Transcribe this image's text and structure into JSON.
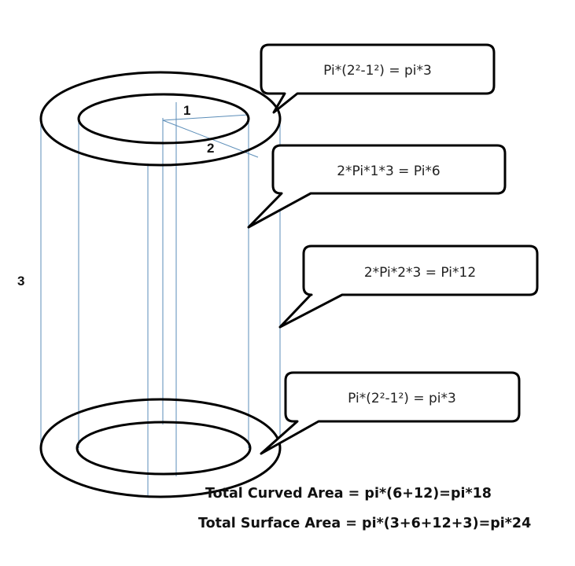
{
  "labels": {
    "inner_radius": "1",
    "outer_radius": "2",
    "height": "3"
  },
  "callouts": {
    "top_annulus": "Pi*(2²-1²) = pi*3",
    "inner_curved": "2*Pi*1*3 = Pi*6",
    "outer_curved": "2*Pi*2*3 = Pi*12",
    "bottom_annulus": "Pi*(2²-1²) = pi*3"
  },
  "totals": {
    "curved": "Total Curved Area = pi*(6+12)=pi*18",
    "surface": "Total Surface Area = pi*(3+6+12+3)=pi*24"
  },
  "colors": {
    "outline": "#000000",
    "guide_lines": "#5b8db8"
  }
}
